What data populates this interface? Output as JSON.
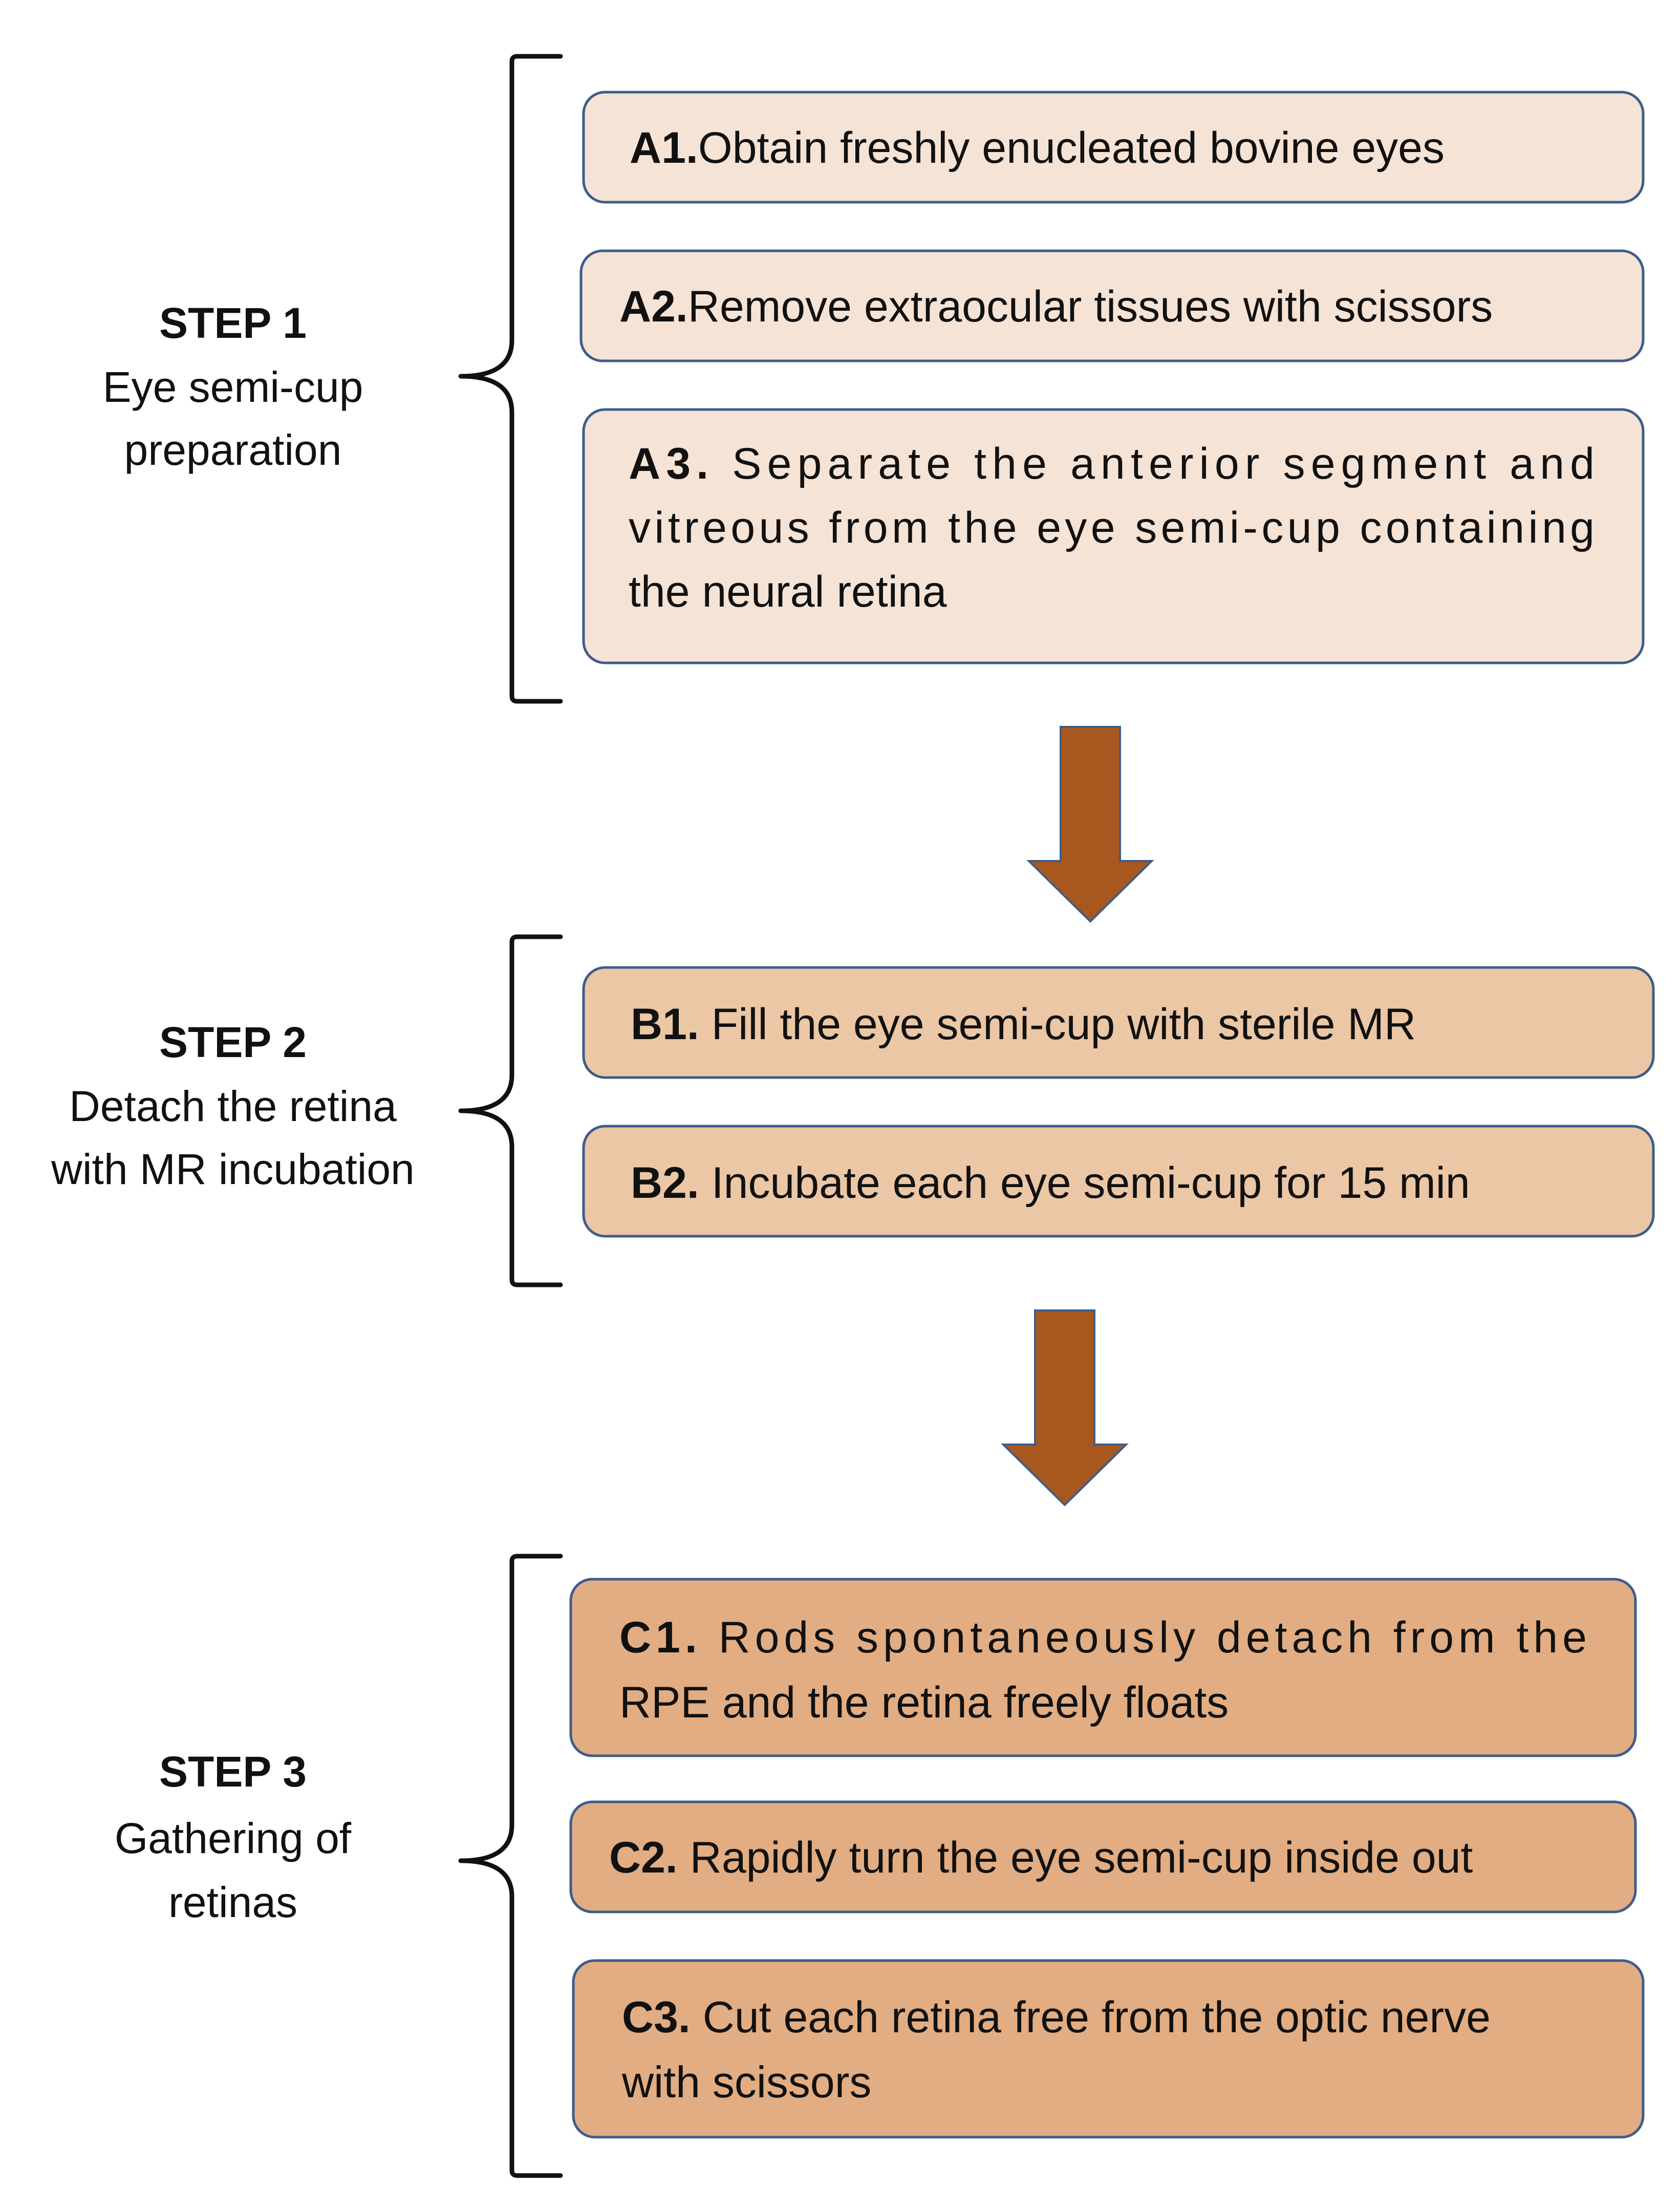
{
  "colors": {
    "step1_fill": "#f5e3d6",
    "step2_fill": "#ebc7a5",
    "step3_fill": "#e2ad82",
    "box_border": "#3d5d8a",
    "arrow": "#a8581e",
    "bracket": "#111111"
  },
  "steps": [
    {
      "title": "STEP 1",
      "subtitle_lines": [
        "Eye semi-cup",
        "preparation"
      ],
      "boxes": [
        {
          "code": "A1.",
          "lines": [
            "Obtain freshly enucleated bovine eyes"
          ]
        },
        {
          "code": "A2.",
          "lines": [
            "Remove extraocular tissues with scissors"
          ]
        },
        {
          "code": "A3.",
          "lines": [
            "Separate the anterior segment and",
            "vitreous from the eye semi-cup containing",
            "the neural retina"
          ]
        }
      ]
    },
    {
      "title": "STEP 2",
      "subtitle_lines": [
        "Detach the retina",
        "with MR incubation"
      ],
      "boxes": [
        {
          "code": "B1.",
          "lines": [
            "Fill the eye semi-cup with sterile MR"
          ]
        },
        {
          "code": "B2.",
          "lines": [
            "Incubate each eye semi-cup for 15 min"
          ]
        }
      ]
    },
    {
      "title": "STEP 3",
      "subtitle_lines": [
        "Gathering of",
        "retinas"
      ],
      "boxes": [
        {
          "code": "C1.",
          "lines": [
            "Rods spontaneously detach from the",
            "RPE and the retina freely floats"
          ]
        },
        {
          "code": "C2.",
          "lines": [
            "Rapidly turn the eye semi-cup inside out"
          ]
        },
        {
          "code": "C3.",
          "lines": [
            "Cut each retina free from the optic nerve",
            "with scissors"
          ]
        }
      ]
    }
  ]
}
